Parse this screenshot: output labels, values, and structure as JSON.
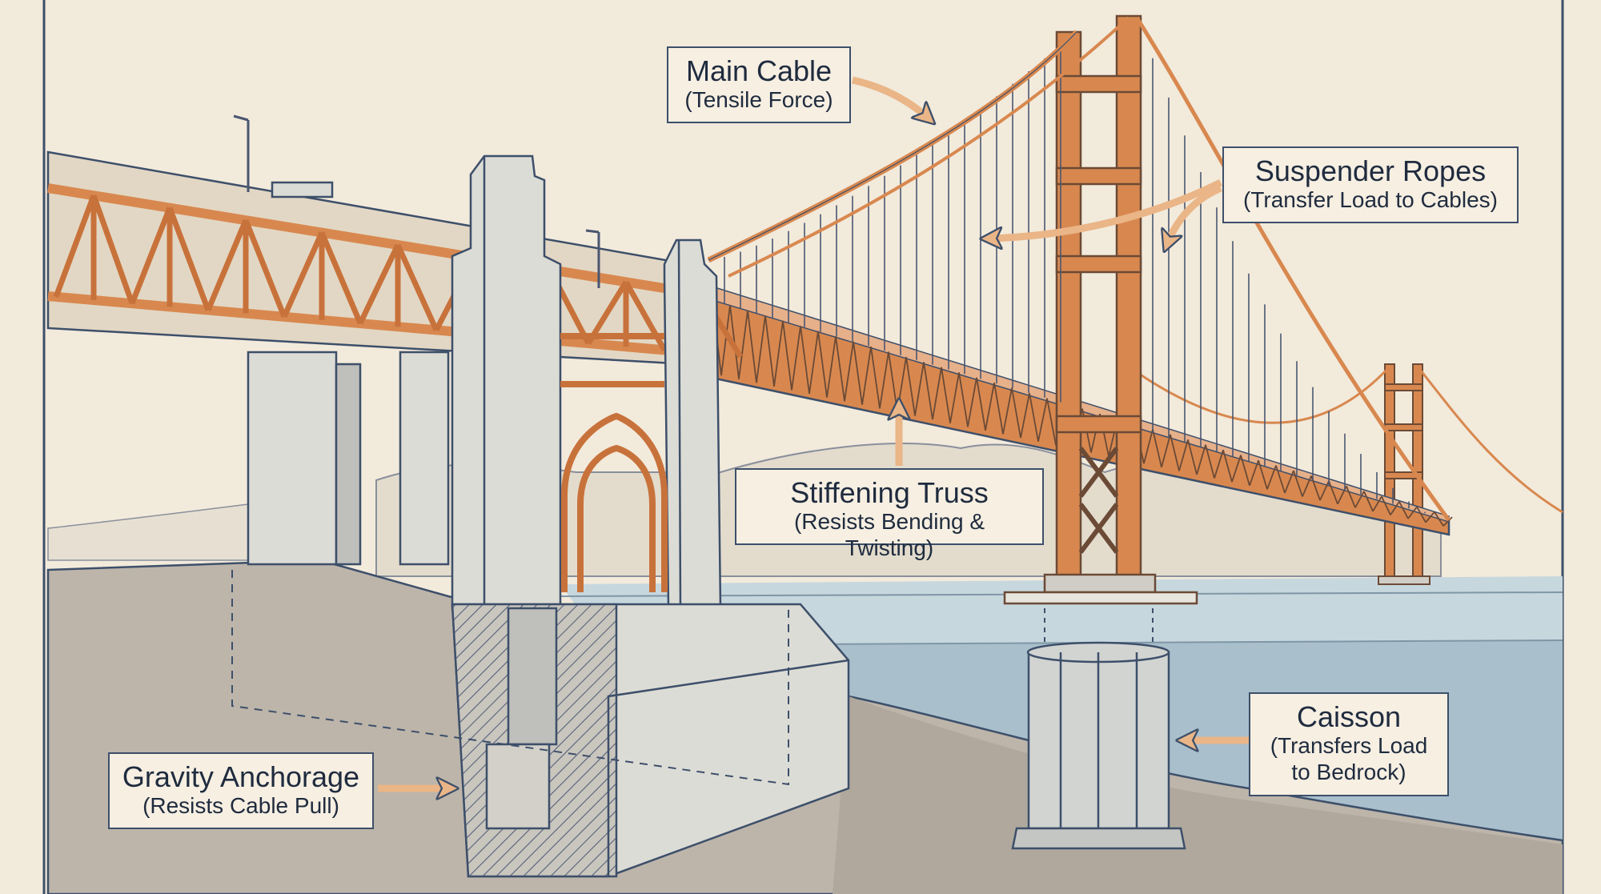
{
  "colors": {
    "paper": "#f2eadb",
    "ink": "#33435e",
    "steel_orange": "#d8884f",
    "concrete": "#dcdcd6",
    "water": "#b6cbd6",
    "earth": "#b9b1a6",
    "arrow": "#eab587"
  },
  "labels": {
    "main_cable": {
      "title": "Main Cable",
      "subtitle": "(Tensile Force)"
    },
    "suspender_ropes": {
      "title": "Suspender Ropes",
      "subtitle": "(Transfer Load to Cables)"
    },
    "stiffening_truss": {
      "title": "Stiffening Truss",
      "subtitle": "(Resists Bending & Twisting)"
    },
    "caisson": {
      "title": "Caisson",
      "subtitle_line1": "(Transfers Load",
      "subtitle_line2": "to Bedrock)"
    },
    "gravity_anchorage": {
      "title": "Gravity Anchorage",
      "subtitle": "(Resists Cable Pull)"
    }
  }
}
